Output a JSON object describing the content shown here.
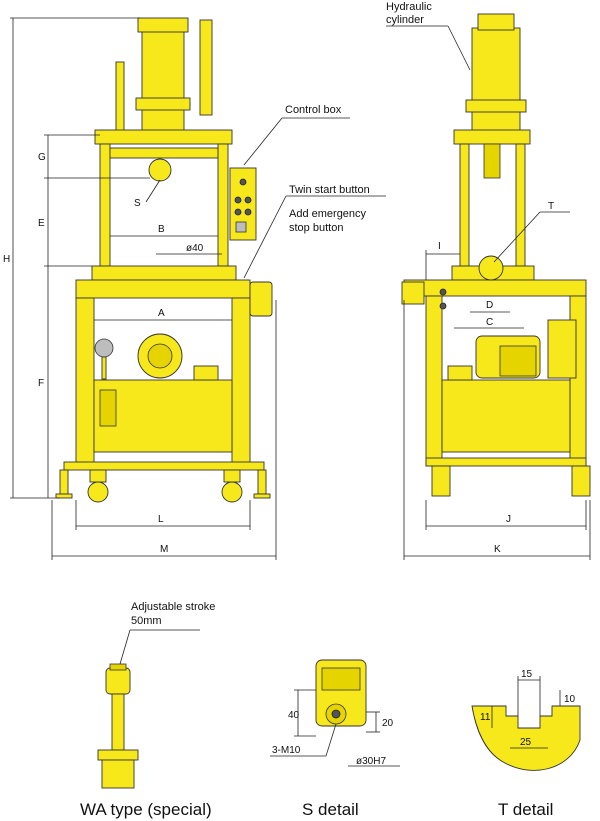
{
  "labels": {
    "hydraulic_cylinder_line1": "Hydraulic",
    "hydraulic_cylinder_line2": "cylinder",
    "control_box": "Control box",
    "twin_start_button": "Twin start button",
    "emergency_line1": "Add emergency",
    "emergency_line2": "stop button",
    "adjustable_line1": "Adjustable stroke",
    "adjustable_line2": "50mm"
  },
  "dimensions": {
    "G": "G",
    "S": "S",
    "E": "E",
    "B": "B",
    "phi40": "ø40",
    "H": "H",
    "A": "A",
    "F": "F",
    "L": "L",
    "M": "M",
    "T": "T",
    "I": "I",
    "D": "D",
    "C": "C",
    "J": "J",
    "K": "K",
    "s40": "40",
    "s20": "20",
    "m10": "3-M10",
    "phi30": "ø30H7",
    "t15": "15",
    "t10": "10",
    "t11": "11",
    "t25": "25"
  },
  "captions": {
    "wa_type": "WA type (special)",
    "s_detail": "S detail",
    "t_detail": "T detail"
  },
  "colors": {
    "machine": "#f7e81c",
    "outline": "#333333"
  }
}
